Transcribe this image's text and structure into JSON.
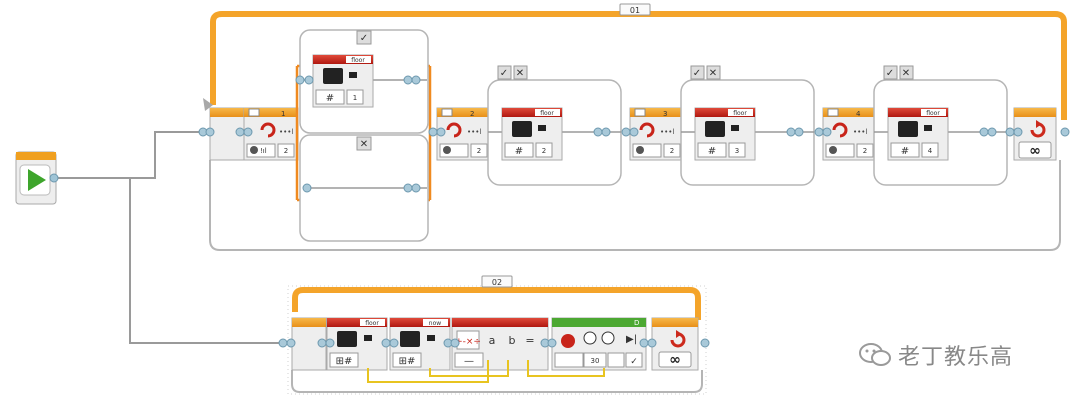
{
  "start_block": {
    "icon": "play-icon"
  },
  "loop1": {
    "label": "01",
    "infinity": "∞",
    "cases": [
      {
        "sensor_port": "1",
        "port_value": "2",
        "true_var_name": "floor",
        "true_var_value": "1",
        "true_check": "✓",
        "false_check": "✕"
      },
      {
        "sensor_port": "2",
        "port_value": "2",
        "var_name": "floor",
        "var_value": "2",
        "check": "✓",
        "cross": "✕"
      },
      {
        "sensor_port": "3",
        "port_value": "2",
        "var_name": "floor",
        "var_value": "3",
        "check": "✓",
        "cross": "✕"
      },
      {
        "sensor_port": "4",
        "port_value": "2",
        "var_name": "floor",
        "var_value": "4",
        "check": "✓",
        "cross": "✕"
      }
    ]
  },
  "loop2": {
    "label": "02",
    "infinity": "∞",
    "var1_name": "floor",
    "var2_name": "now",
    "math_a": "a",
    "math_b": "b",
    "math_eq": "=",
    "math_minus": "—",
    "motor_port": "D",
    "motor_power": "30"
  },
  "watermark": {
    "text": "老丁教乐高",
    "icon": "wechat-icon"
  },
  "colors": {
    "orange": "#f4a42a",
    "red": "#c8241a",
    "green": "#4ca832",
    "block_gray": "#eeeeee",
    "wire_gray": "#9a9a9a",
    "yellow_wire": "#e8c420"
  }
}
